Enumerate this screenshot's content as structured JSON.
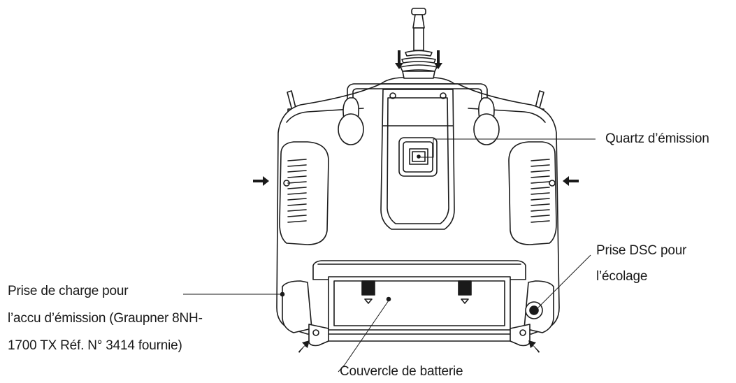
{
  "labels": {
    "quartz": "Quartz d’émission",
    "dsc_line1": "Prise DSC pour",
    "dsc_line2": "l’écolage",
    "charge_line1": "Prise de charge pour",
    "charge_line2": "l’accu d’émission (Graupner 8NH-",
    "charge_line3": "1700 TX Réf. N° 3414 fournie)",
    "battery_cover": "Couvercle de batterie"
  },
  "colors": {
    "line": "#1a1a1a",
    "fill": "#ffffff",
    "shade": "#f2f2f2"
  }
}
